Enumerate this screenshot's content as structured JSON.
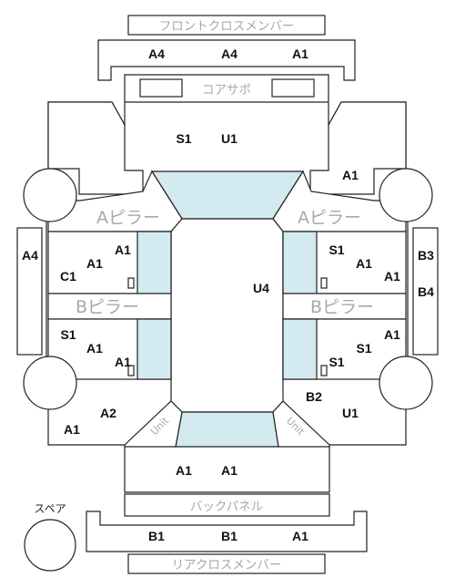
{
  "labels": {
    "front_cross_member": "フロントクロスメンバー",
    "core_support": "コアサポ",
    "a_pillar": "Aピラー",
    "b_pillar": "Bピラー",
    "back_panel": "バックパネル",
    "rear_cross_member": "リアクロスメンバー",
    "spare": "スペア",
    "unit": "Unit"
  },
  "codes": {
    "front_1": "A4",
    "front_2": "A4",
    "front_3": "A1",
    "top_1": "S1",
    "top_2": "U1",
    "upper_right": "A1",
    "left_rail": "A4",
    "rail_b3": "B3",
    "rail_b4": "B4",
    "l_upper_a1_top": "A1",
    "l_upper_a1": "A1",
    "l_upper_c1": "C1",
    "r_upper_s1": "S1",
    "r_upper_a1": "A1",
    "r_upper_a1_2": "A1",
    "center": "U4",
    "l_lower_s1": "S1",
    "l_lower_a1": "A1",
    "l_lower_a1_2": "A1",
    "r_lower_a1": "A1",
    "r_lower_s1": "S1",
    "r_lower_s1_2": "S1",
    "bl_a2": "A2",
    "bl_a1": "A1",
    "br_b2": "B2",
    "br_u1": "U1",
    "bottom_1": "A1",
    "bottom_2": "A1",
    "rear_1": "B1",
    "rear_2": "B1",
    "rear_3": "A1"
  }
}
